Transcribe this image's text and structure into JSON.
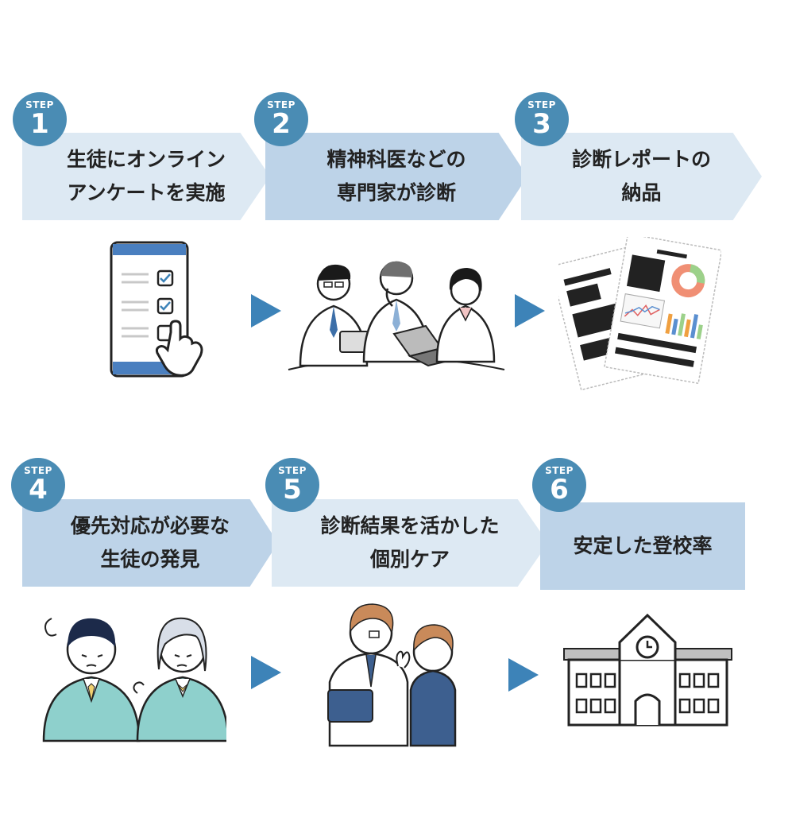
{
  "steps": [
    {
      "label": "STEP",
      "num": "1",
      "line1": "生徒にオンライン",
      "line2": "アンケートを実施"
    },
    {
      "label": "STEP",
      "num": "2",
      "line1": "精神科医などの",
      "line2": "専門家が診断"
    },
    {
      "label": "STEP",
      "num": "3",
      "line1": "診断レポートの",
      "line2": "納品"
    },
    {
      "label": "STEP",
      "num": "4",
      "line1": "優先対応が必要な",
      "line2": "生徒の発見"
    },
    {
      "label": "STEP",
      "num": "5",
      "line1": "診断結果を活かした",
      "line2": "個別ケア"
    },
    {
      "label": "STEP",
      "num": "6",
      "line1": "安定した登校率",
      "line2": ""
    }
  ],
  "colors": {
    "light": "#dde9f3",
    "medium": "#bdd3e8",
    "badge": "#4a8cb4",
    "arrow": "#3d83b8"
  },
  "icons": [
    "tablet-survey-icon",
    "doctors-icon",
    "report-icon",
    "students-worried-icon",
    "teacher-student-icon",
    "school-building-icon"
  ]
}
